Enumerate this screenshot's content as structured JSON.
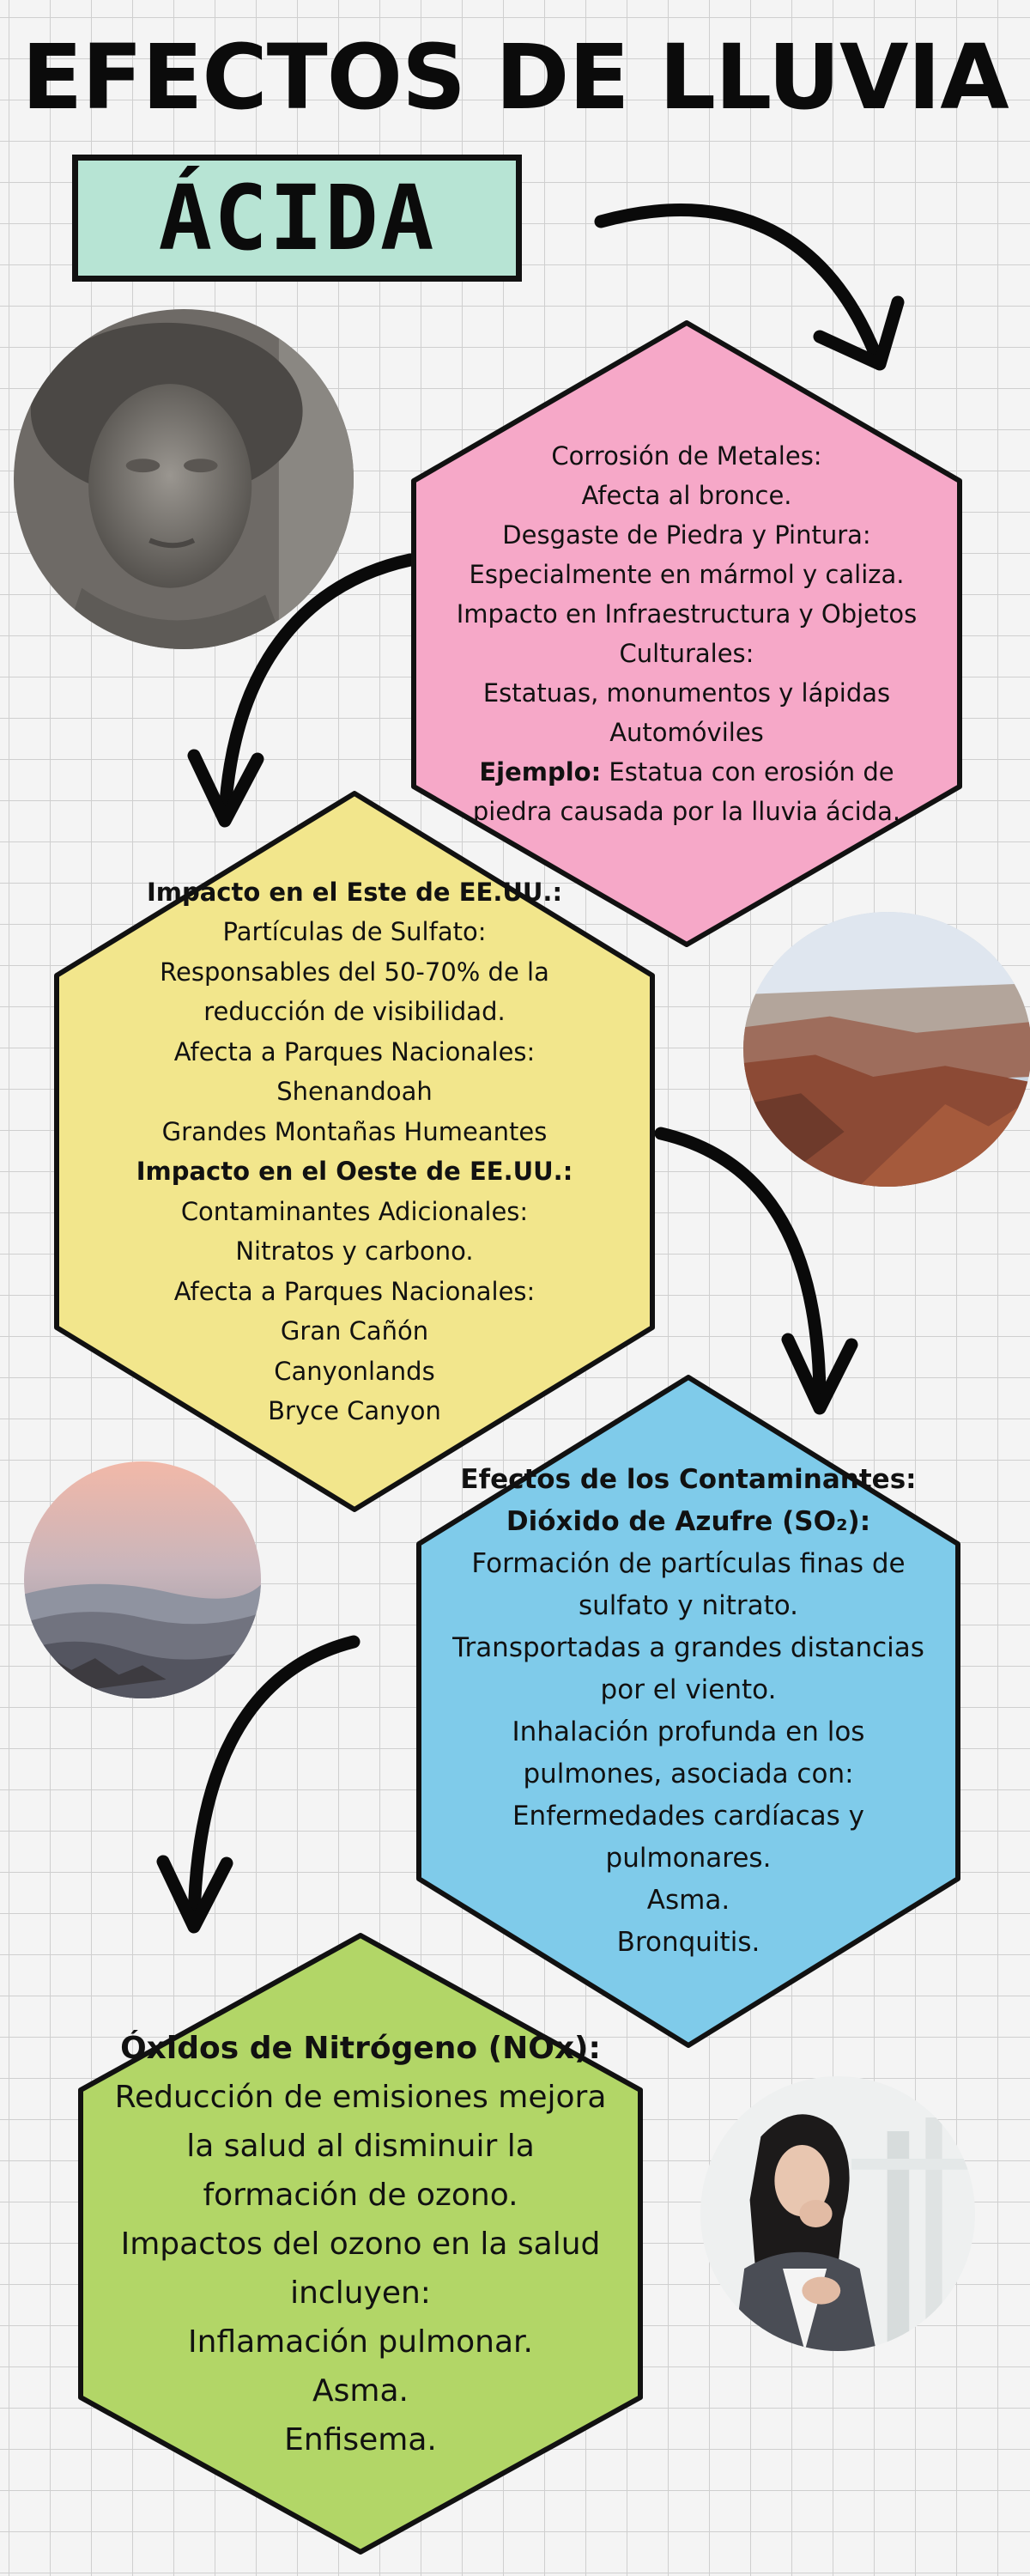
{
  "header": {
    "title": "EFECTOS DE LLUVIA",
    "subtitle": "ÁCIDA"
  },
  "colors": {
    "pink": "#f6a8c8",
    "yellow": "#f2e68c",
    "blue": "#7fcbea",
    "green": "#b2d667",
    "mint": "#b7e4d4",
    "outline": "#111111"
  },
  "sections": {
    "corrosion": {
      "lines": [
        "Corrosión de Metales:",
        "Afecta al bronce.",
        "Desgaste de Piedra y Pintura:",
        "Especialmente en mármol y caliza.",
        "Impacto en Infraestructura y Objetos",
        "Culturales:",
        "Estatuas, monumentos y lápidas",
        "Automóviles"
      ],
      "example_label": "Ejemplo:",
      "example_text_1": " Estatua con erosión de",
      "example_text_2": "piedra causada por la lluvia ácida."
    },
    "visibility": {
      "east_heading": "Impacto en el Este de EE.UU.:",
      "east_lines": [
        "Partículas de Sulfato:",
        "Responsables del 50-70% de la",
        "reducción de visibilidad.",
        "Afecta a Parques Nacionales:",
        "Shenandoah",
        "Grandes Montañas Humeantes"
      ],
      "west_heading": "Impacto en el Oeste de EE.UU.:",
      "west_lines": [
        "Contaminantes Adicionales:",
        "Nitratos y carbono.",
        "Afecta a Parques Nacionales:",
        "Gran Cañón",
        "Canyonlands",
        "Bryce Canyon"
      ]
    },
    "pollutants": {
      "heading": "Efectos de los Contaminantes:",
      "subheading": "Dióxido de Azufre (SO₂):",
      "lines": [
        "Formación de partículas finas de",
        "sulfato y nitrato.",
        "Transportadas a grandes distancias",
        "por el viento.",
        "Inhalación profunda en los",
        "pulmones, asociada con:",
        "Enfermedades cardíacas y",
        "pulmonares.",
        "Asma.",
        "Bronquitis."
      ]
    },
    "nitrogen": {
      "heading": "Óxidos de Nitrógeno (NOx):",
      "lines": [
        "Reducción de emisiones mejora",
        "la salud al disminuir la",
        "formación de ozono.",
        "Impactos del ozono en la salud",
        "incluyen:",
        "Inflamación pulmonar.",
        "Asma.",
        "Enfisema."
      ]
    }
  }
}
